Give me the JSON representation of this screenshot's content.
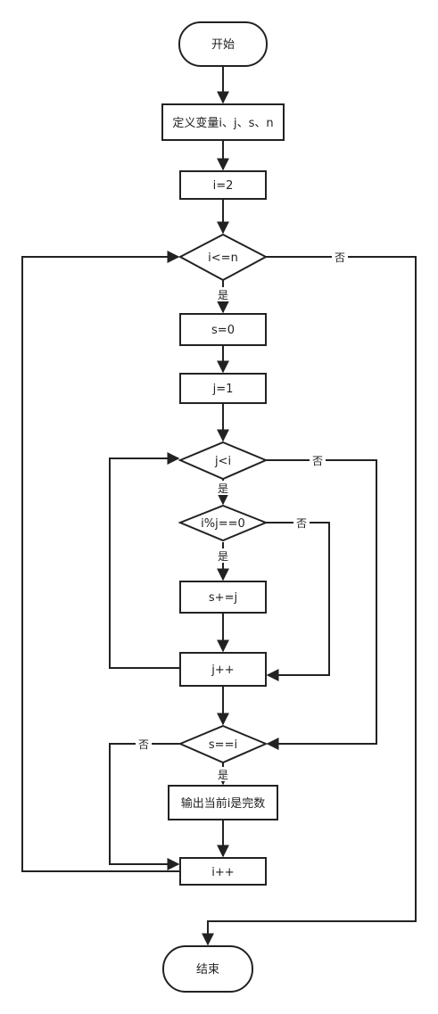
{
  "nodes": {
    "start": "开始",
    "define_vars": "定义变量i、j、s、n",
    "init_i": "i=2",
    "cond_outer": "i<=n",
    "init_s": "s=0",
    "init_j": "j=1",
    "cond_inner": "j<i",
    "cond_mod": "i%j==0",
    "add_s": "s+=j",
    "inc_j": "j++",
    "cond_perfect": "s==i",
    "output": "输出当前i是完数",
    "inc_i": "i++",
    "end": "结束"
  },
  "edge_labels": {
    "outer_no": "否",
    "outer_yes": "是",
    "inner_no": "否",
    "inner_yes": "是",
    "mod_no": "否",
    "mod_yes": "是",
    "perfect_no": "否",
    "perfect_yes": "是"
  },
  "colors": {
    "stroke": "#222222",
    "fill": "#ffffff"
  }
}
